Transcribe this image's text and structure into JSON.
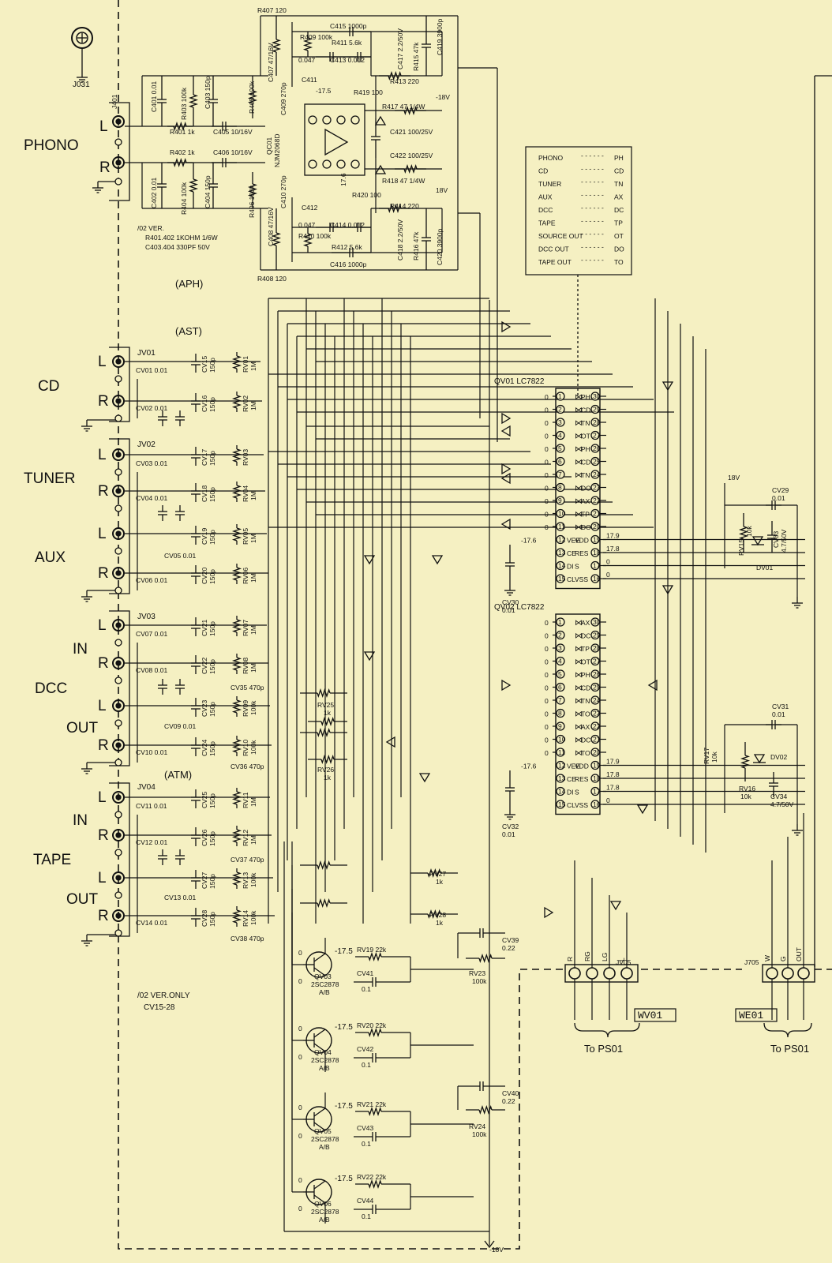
{
  "sections": {
    "phono": "PHONO",
    "cd": "CD",
    "tuner": "TUNER",
    "aux": "AUX",
    "dcc": "DCC",
    "tape": "TAPE",
    "in": "IN",
    "out": "OUT",
    "aph": "(APH)",
    "ast": "(AST)",
    "atm": "(ATM)"
  },
  "pins": {
    "L": "L",
    "R": "R"
  },
  "jacks": {
    "j031": "J031",
    "j401": "J401",
    "jv01": "JV01",
    "jv02": "JV02",
    "jv03": "JV03",
    "jv04": "JV04",
    "jv05": "JV05",
    "j705": "J705"
  },
  "phono_amp": {
    "ic": "QC01",
    "ic_part": "NJM2068D",
    "r401": "R401 1k",
    "r402": "R402 1k",
    "r403": "R403 100k",
    "r404": "R404 100k",
    "r405": "R405 100k",
    "r406": "R406 100k",
    "r407": "R407 120",
    "r408": "R408 120",
    "r409": "R409 100k",
    "r410": "R410 100k",
    "r411": "R411 5.6k",
    "r412": "R412 5.6k",
    "r413": "R413 220",
    "r414": "R414 220",
    "r415": "R415 47k",
    "r416": "R416 47k",
    "r417": "R417 47 1/4W",
    "r418": "R418 47 1/4W",
    "r419": "R419 100",
    "r420": "R420 100",
    "c401": "C401 0.01",
    "c402": "C402 0.01",
    "c403": "C403 150p",
    "c404": "C404 150p",
    "c405": "C405 10/16V",
    "c406": "C406 10/16V",
    "c407": "C407 47/16V",
    "c408": "C408 47/16V",
    "c409": "C409 270p",
    "c410": "C410 270p",
    "c411": "C411",
    "c412": "C412",
    "c413": "C413 0.012",
    "c414": "C414 0.012",
    "c415": "C415 1000p",
    "c416": "C416 1000p",
    "c417": "C417 2.2/50V",
    "c418": "C418 2.2/50V",
    "c419": "C419 3900p",
    "c420": "C420 3900p",
    "c421": "C421 100/25V",
    "c422": "C422 100/25V",
    "v047a": "0.047",
    "v047b": "0.047",
    "neg18": "-18V",
    "pos18": "18V",
    "v175a": "-17.5",
    "v176a": "17.6",
    "ver_note_1": "/02 VER.",
    "ver_note_2": "R401.402 1KOHM 1/6W",
    "ver_note_3": "C403.404 330PF 50V"
  },
  "legend": [
    {
      "name": "PHONO",
      "code": "PH"
    },
    {
      "name": "CD",
      "code": "CD"
    },
    {
      "name": "TUNER",
      "code": "TN"
    },
    {
      "name": "AUX",
      "code": "AX"
    },
    {
      "name": "DCC",
      "code": "DC"
    },
    {
      "name": "TAPE",
      "code": "TP"
    },
    {
      "name": "SOURCE OUT",
      "code": "OT"
    },
    {
      "name": "DCC OUT",
      "code": "DO"
    },
    {
      "name": "TAPE OUT",
      "code": "TO"
    }
  ],
  "input_parts": [
    {
      "cap": "CV01 0.01",
      "cv": "CV15",
      "cvv": "150p",
      "rv": "RV01",
      "rvv": "1M"
    },
    {
      "cap": "CV02 0.01",
      "cv": "CV16",
      "cvv": "150p",
      "rv": "RV02",
      "rvv": "1M"
    },
    {
      "cap": "CV03 0.01",
      "cv": "CV17",
      "cvv": "150p",
      "rv": "RV03",
      "rvv": ""
    },
    {
      "cap": "CV04 0.01",
      "cv": "CV18",
      "cvv": "150p",
      "rv": "RV04",
      "rvv": "1M"
    },
    {
      "cap": "",
      "cv": "CV19",
      "cvv": "150p",
      "rv": "RV05",
      "rvv": "1M"
    },
    {
      "cap": "CV06 0.01",
      "cv": "CV20",
      "cvv": "150p",
      "rv": "RV06",
      "rvv": "1M"
    },
    {
      "cap": "CV07 0.01",
      "cv": "CV21",
      "cvv": "150p",
      "rv": "RV07",
      "rvv": "1M"
    },
    {
      "cap": "CV08 0.01",
      "cv": "CV22",
      "cvv": "150p",
      "rv": "RV08",
      "rvv": "1M"
    },
    {
      "cap": "",
      "cv": "CV23",
      "cvv": "150p",
      "rv": "RV09",
      "rvv": "100k"
    },
    {
      "cap": "CV10 0.01",
      "cv": "CV24",
      "cvv": "150p",
      "rv": "RV10",
      "rvv": "100k"
    },
    {
      "cap": "CV11 0.01",
      "cv": "CV25",
      "cvv": "150p",
      "rv": "RV11",
      "rvv": "1M"
    },
    {
      "cap": "CV12 0.01",
      "cv": "CV26",
      "cvv": "150p",
      "rv": "RV12",
      "rvv": "1M"
    },
    {
      "cap": "",
      "cv": "CV27",
      "cvv": "150p",
      "rv": "RV13",
      "rvv": "100k"
    },
    {
      "cap": "CV14 0.01",
      "cv": "CV28",
      "cvv": "150p",
      "rv": "RV14",
      "rvv": "100k"
    }
  ],
  "extra_labels": {
    "cv05": "CV05 0.01",
    "cv09": "CV09 0.01",
    "cv13": "CV13 0.01",
    "cv35": "CV35 470p",
    "cv36": "CV36 470p",
    "cv37": "CV37 470p",
    "cv38": "CV38 470p",
    "rv25": "RV25",
    "rv25v": "1k",
    "rv26": "RV26",
    "rv26v": "1k",
    "rv27": "RV27",
    "rv27v": "1k",
    "rv28": "RV28",
    "rv28v": "1k"
  },
  "switch_ics": [
    {
      "name": "QV01 LC7822",
      "pins": [
        "PH",
        "CD",
        "TN",
        "OT",
        "PH",
        "CD",
        "TN",
        "DO",
        "AX",
        "TP",
        "DO",
        "VEE",
        "CE",
        "DI",
        "CL"
      ],
      "right": [
        "",
        "",
        "",
        "",
        "",
        "",
        "",
        "",
        "",
        "",
        "",
        "VDD",
        "RES",
        "S",
        "VSS"
      ],
      "rvals": [
        "",
        "",
        "",
        "",
        "",
        "",
        "",
        "",
        "",
        "",
        "",
        "17.9",
        "17.8",
        "0",
        "0"
      ],
      "vee": "-17.6"
    },
    {
      "name": "QV02 LC7822",
      "pins": [
        "AX",
        "DC",
        "TP",
        "OT",
        "PH",
        "CD",
        "TN",
        "TO",
        "AX",
        "DC",
        "TO",
        "VEE",
        "CE",
        "DI",
        "CL"
      ],
      "right": [
        "",
        "",
        "",
        "",
        "",
        "",
        "",
        "",
        "",
        "",
        "",
        "VDD",
        "RES",
        "S",
        "VSS"
      ],
      "rvals": [
        "",
        "",
        "",
        "",
        "",
        "",
        "",
        "",
        "",
        "",
        "",
        "17.9",
        "17.8",
        "17.8",
        "0"
      ],
      "vee": "-17.6"
    }
  ],
  "reset_parts": {
    "v18": "18V",
    "cv29": "CV29",
    "cv29v": "0.01",
    "rv15": "RV15",
    "rv15v": "10k",
    "cv33": "CV33",
    "cv33v": "4.7/50V",
    "dv01": "DV01",
    "cv30": "CV30",
    "cv30v": "0.01",
    "cv31": "CV31",
    "cv31v": "0.01",
    "rv17": "RV17",
    "rv17v": "10k",
    "dv02": "DV02",
    "rv16": "RV16",
    "rv16v": "10k",
    "cv34": "CV34",
    "cv34v": "4.7/50V",
    "cv32": "CV32",
    "cv32v": "0.01"
  },
  "buffers": [
    {
      "q": "QV03",
      "part": "2SC2878",
      "grade": "A/B",
      "v": "-17.5",
      "r": "RV19 22k",
      "c": "CV41",
      "cv": "0.1"
    },
    {
      "q": "QV04",
      "part": "2SC2878",
      "grade": "A/B",
      "v": "-17.5",
      "r": "RV20 22k",
      "c": "CV42",
      "cv": "0.1"
    },
    {
      "q": "QV05",
      "part": "2SC2878",
      "grade": "A/B",
      "v": "-17.5",
      "r": "RV21 22k",
      "c": "CV43",
      "cv": "0.1"
    },
    {
      "q": "QV06",
      "part": "2SC2878",
      "grade": "A/B",
      "v": "-17.5",
      "r": "RV22 22k",
      "c": "CV44",
      "cv": "0.1"
    }
  ],
  "out_parts": {
    "cv39": "CV39",
    "cv39v": "0.22",
    "rv23": "RV23",
    "rv23v": "100k",
    "cv40": "CV40",
    "cv40v": "0.22",
    "rv24": "RV24",
    "rv24v": "100k",
    "neg18": "-18V"
  },
  "connectors": {
    "jv05_pins": [
      "R",
      "RG",
      "LG",
      "L"
    ],
    "j705_pins": [
      "W",
      "G",
      "OUT"
    ],
    "wv01": "WV01",
    "we01": "WE01",
    "to_ps01": "To PS01"
  },
  "notes": {
    "ver_only_1": "/02 VER.ONLY",
    "ver_only_2": "CV15-28"
  },
  "colors": {
    "background": "#f5f0c2",
    "ink": "#111111"
  }
}
